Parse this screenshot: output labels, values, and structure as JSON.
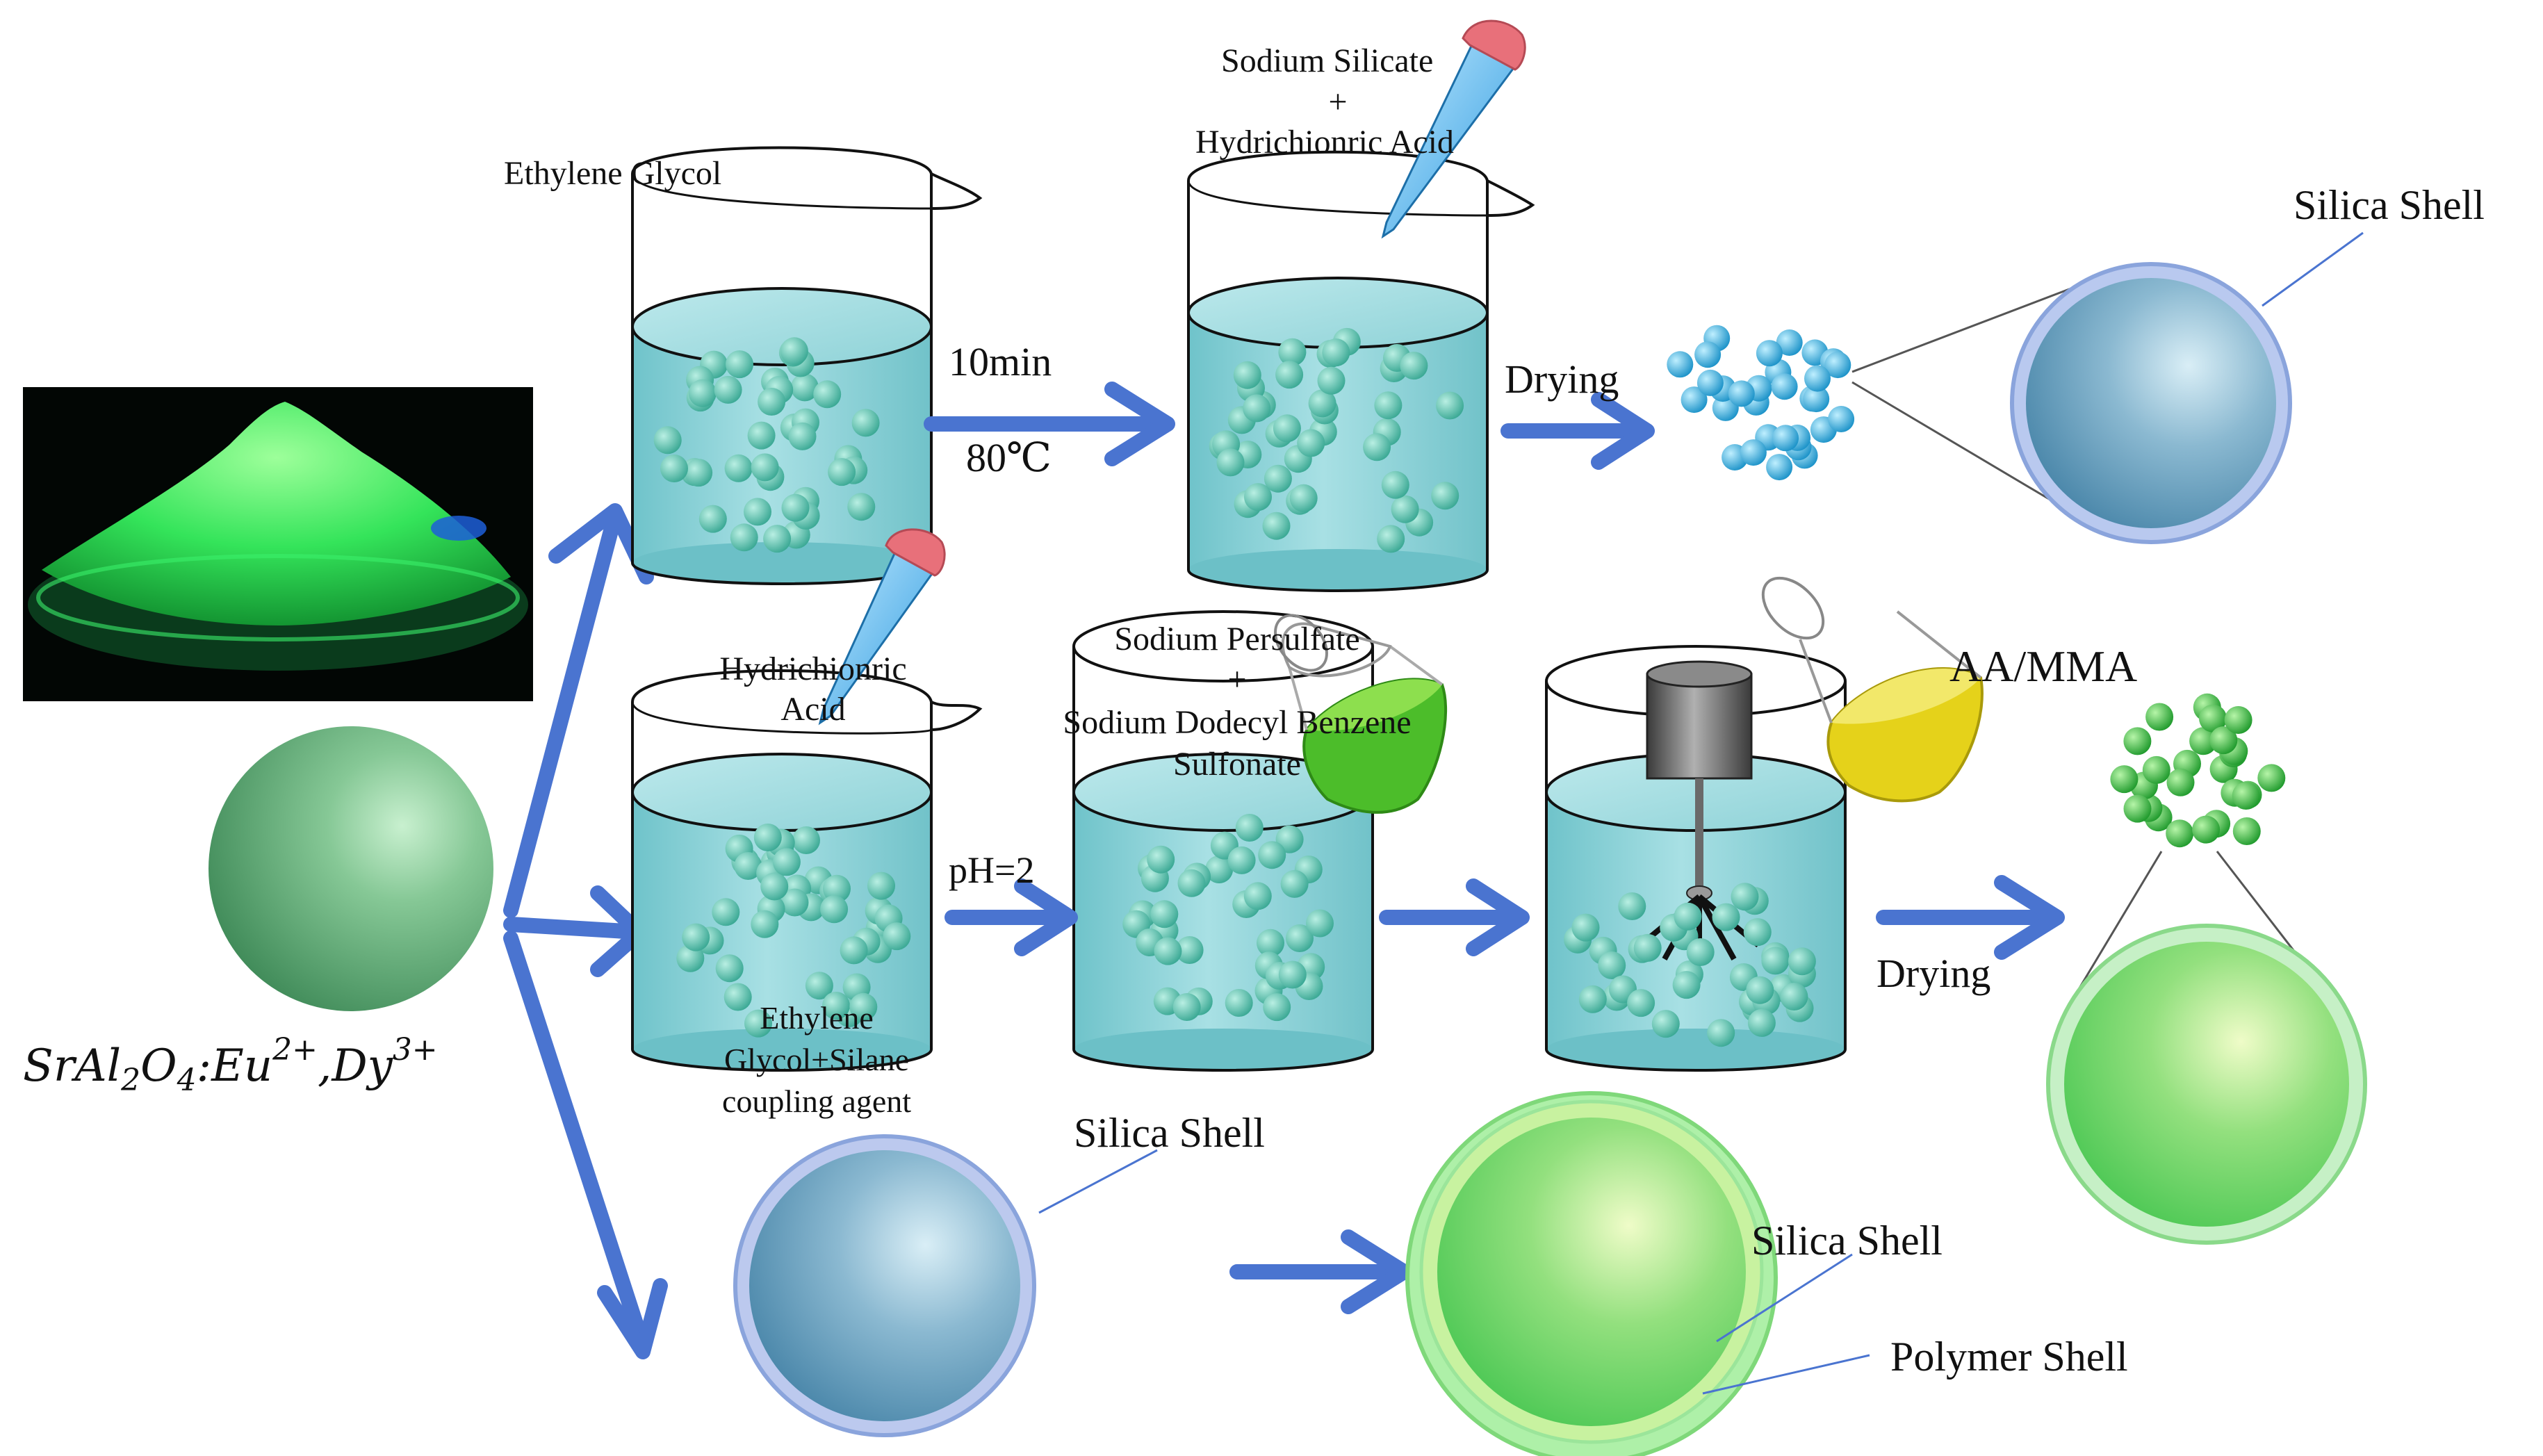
{
  "labels": {
    "ethylene_glycol": "Ethylene Glycol",
    "sodium_silicate": "Sodium Silicate",
    "plus_1": "+",
    "hydrichlonric_acid_1": "Hydrichionric Acid",
    "time": "10min",
    "temperature": "80℃",
    "drying_1": "Drying",
    "silica_shell_1": "Silica Shell",
    "hydrichlonric_acid_2_line1": "Hydrichionric",
    "hydrichlonric_acid_2_line2": "Acid",
    "sodium_persulfate": "Sodium Persulfate",
    "plus_2": "+",
    "sdbs_line1": "Sodium Dodecyl Benzene",
    "sdbs_line2": "Sulfonate",
    "aa_mma": "AA/MMA",
    "ph": "pH=2",
    "drying_2": "Drying",
    "eg_silane_line1": "Ethylene",
    "eg_silane_line2": "Glycol+Silane",
    "eg_silane_line3": "coupling agent",
    "silica_shell_2": "Silica Shell",
    "silica_shell_3": "Silica Shell",
    "polymer_shell": "Polymer Shell"
  },
  "formula": {
    "base_1": "SrAl",
    "sub_1": "2",
    "base_2": "O",
    "sub_2": "4",
    "base_3": ":Eu",
    "sup_1": "2+",
    "base_4": ",Dy",
    "sup_2": "3+"
  },
  "colors": {
    "arrow": "#4a74d0",
    "liquid": "#8fd3d8",
    "particle_teal": "#4fb9a8",
    "particle_blue": "#2aa5d6",
    "particle_green": "#2fb43a",
    "core_blue": "#5d93b4",
    "core_green": "#6ed866",
    "phosphor_green": "#3df060"
  }
}
